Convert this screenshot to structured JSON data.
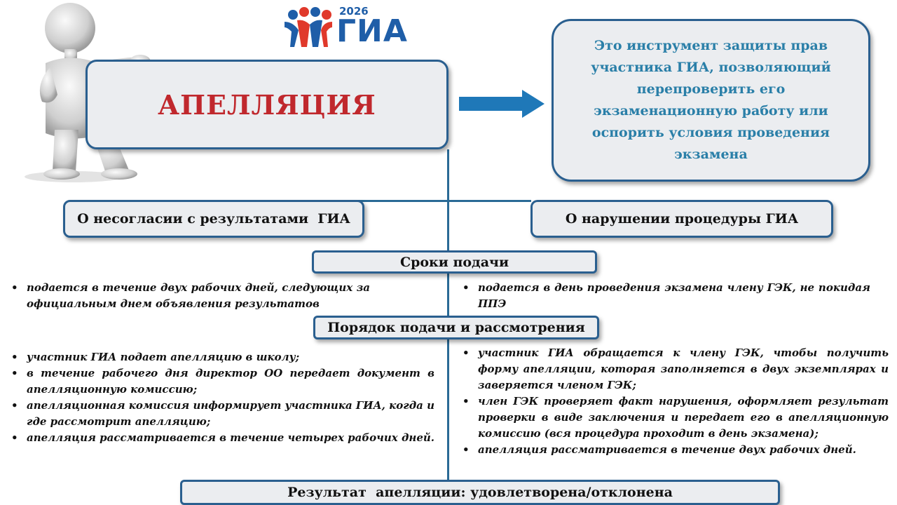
{
  "logo": {
    "year": "2026",
    "text": "ГИА"
  },
  "title": "АПЕЛЛЯЦИЯ",
  "definition": "Это инструмент защиты прав участника ГИА, позволяющий перепроверить его экзаменационную работу или оспорить условия проведения экзамена",
  "branches": {
    "left": "О несогласии с результатами  ГИА",
    "right": "О нарушении процедуры ГИА"
  },
  "deadlines": {
    "heading": "Сроки подачи",
    "left": [
      "подается в течение двух рабочих дней, следующих за официальным днем объявления результатов"
    ],
    "right": [
      "подается в день проведения экзамена члену ГЭК, не покидая ППЭ"
    ]
  },
  "procedure": {
    "heading": "Порядок подачи и рассмотрения",
    "left": [
      "участник ГИА подает апелляцию в школу;",
      "в течение рабочего дня директор ОО передает документ в апелляционную комиссию;",
      "апелляционная комиссия информирует участника ГИА, когда и где рассмотрит апелляцию;",
      "апелляция рассматривается в течение четырех рабочих дней."
    ],
    "right": [
      "участник ГИА обращается к члену ГЭК, чтобы получить форму апелляции, которая заполняется в двух экземплярах и заверяется членом ГЭК;",
      "член ГЭК проверяет факт нарушения, оформляет результат проверки в виде заключения и передает его в апелляционную комиссию (вся процедура проходит в день экзамена);",
      "апелляция рассматривается в течение двух рабочих дней."
    ]
  },
  "result": "Результат  апелляции: удовлетворена/отклонена",
  "colors": {
    "accent": "#2a5f8f",
    "arrow": "#1f78b8",
    "title_red": "#c0282d",
    "definition_text": "#2a7fa8",
    "box_fill": "#ebedf0"
  }
}
